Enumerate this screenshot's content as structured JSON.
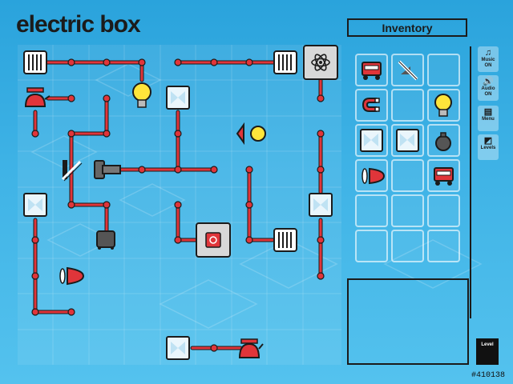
{
  "title": "electric box",
  "inventory": {
    "title": "Inventory"
  },
  "side": {
    "music": "Music ON",
    "audio": "Audio ON",
    "menu": "Menu",
    "levels": "Levels",
    "level": "Level"
  },
  "id_tag": "#410138",
  "colors": {
    "wire": "#e0353a",
    "node": "#e0353a",
    "frame": "#1b1b1b"
  }
}
